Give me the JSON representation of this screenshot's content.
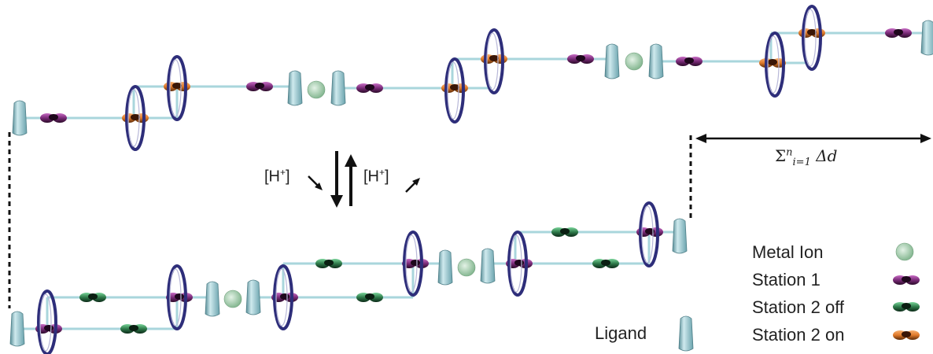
{
  "legend": {
    "metal_ion": "Metal Ion",
    "station1": "Station 1",
    "station2_off": "Station 2 off",
    "station2_on": "Station 2 on",
    "ligand": "Ligand"
  },
  "stimulus": {
    "left": "[H",
    "left_sup": "+",
    "left_close": "]",
    "right": "[H",
    "right_sup": "+",
    "right_close": "]"
  },
  "displacement": {
    "sigma": "Σ",
    "upper": "n",
    "lower": "i=1",
    "delta": "Δd"
  },
  "colors": {
    "axle": "#a9d6dc",
    "ring": "#2e2e7a",
    "ring_light": "#b8b8d8",
    "station1": "#7a2b78",
    "station2_off": "#2e7a4a",
    "station2_on": "#e07a2a",
    "ligand": "#8fc3cc",
    "metal": "#9ec9a6"
  }
}
